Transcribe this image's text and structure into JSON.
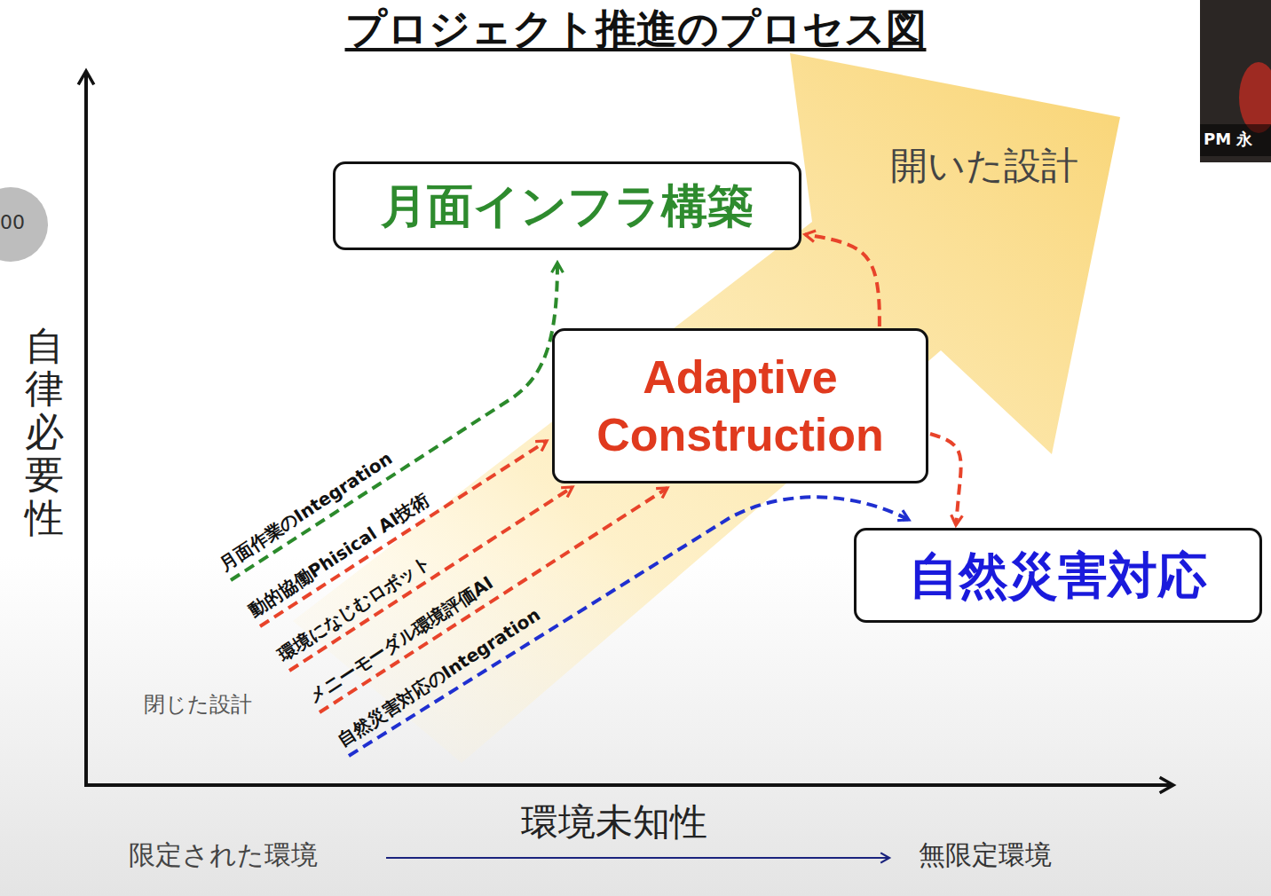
{
  "diagram": {
    "title": "プロジェクト推進のプロセス図",
    "nodes": [
      {
        "text": [
          "月面インフラ構築"
        ]
      },
      {
        "text": [
          "Adaptive Construction"
        ]
      },
      {
        "text": [
          "自然災害対応"
        ]
      }
    ],
    "edges": [
      {
        "from": 1,
        "to": 0,
        "arrow": "to"
      },
      {
        "from": 1,
        "to": 2,
        "arrow": "to"
      }
    ],
    "labels": [
      "自律必要性",
      "開いた設計",
      "月面作業のIntegration",
      "動的協働Phisical AI技術",
      "環境になじむロボット",
      "メニーモーダル環境評価AI",
      "自然災害対応のIntegration",
      "閉じた設計",
      "環境未知性",
      "限定された環境",
      "無限定環境",
      "00",
      "PM 永"
    ]
  }
}
